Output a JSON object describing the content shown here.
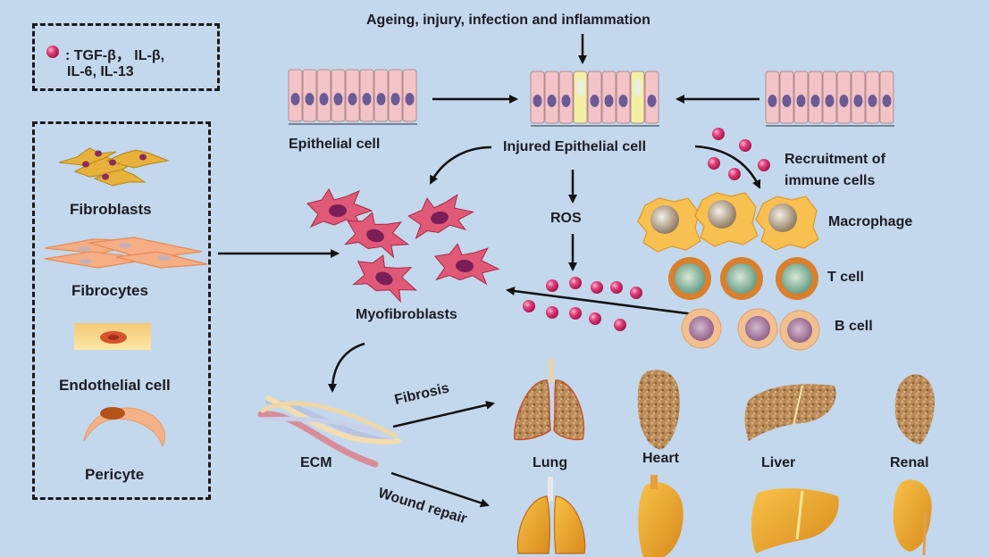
{
  "legend": {
    "symbol": "pink-sphere",
    "line1": ": TGF-β，  IL-β,",
    "line2": "IL-6, IL-13"
  },
  "top_trigger": "Ageing, injury, infection and inflammation",
  "epithelium": {
    "normal_label": "Epithelial cell",
    "injured_label": "Injured Epithelial cell"
  },
  "sources": {
    "items": [
      {
        "label": "Fibroblasts"
      },
      {
        "label": "Fibrocytes"
      },
      {
        "label": "Endothelial cell"
      },
      {
        "label": "Pericyte"
      }
    ]
  },
  "center": {
    "myofibroblasts_label": "Myofibroblasts",
    "ros_label": "ROS",
    "recruitment_label_1": "Recruitment of",
    "recruitment_label_2": "immune cells"
  },
  "immune": {
    "macrophage_label": "Macrophage",
    "t_cell_label": "T cell",
    "b_cell_label": "B cell"
  },
  "outcomes": {
    "ecm_label": "ECM",
    "fibrosis_label": "Fibrosis",
    "wound_label": "Wound repair",
    "organs": [
      {
        "label": "Lung"
      },
      {
        "label": "Heart"
      },
      {
        "label": "Liver"
      },
      {
        "label": "Renal"
      }
    ]
  },
  "colors": {
    "background": "#c3d8ec",
    "cytokine": "#d8336f",
    "epithelium": "#f2c4c8",
    "nucleus": "#6b5a94",
    "myofibroblast": "#e05a78",
    "fibrotic_organ": "#b98a58",
    "healthy_organ": "#e8a438"
  }
}
